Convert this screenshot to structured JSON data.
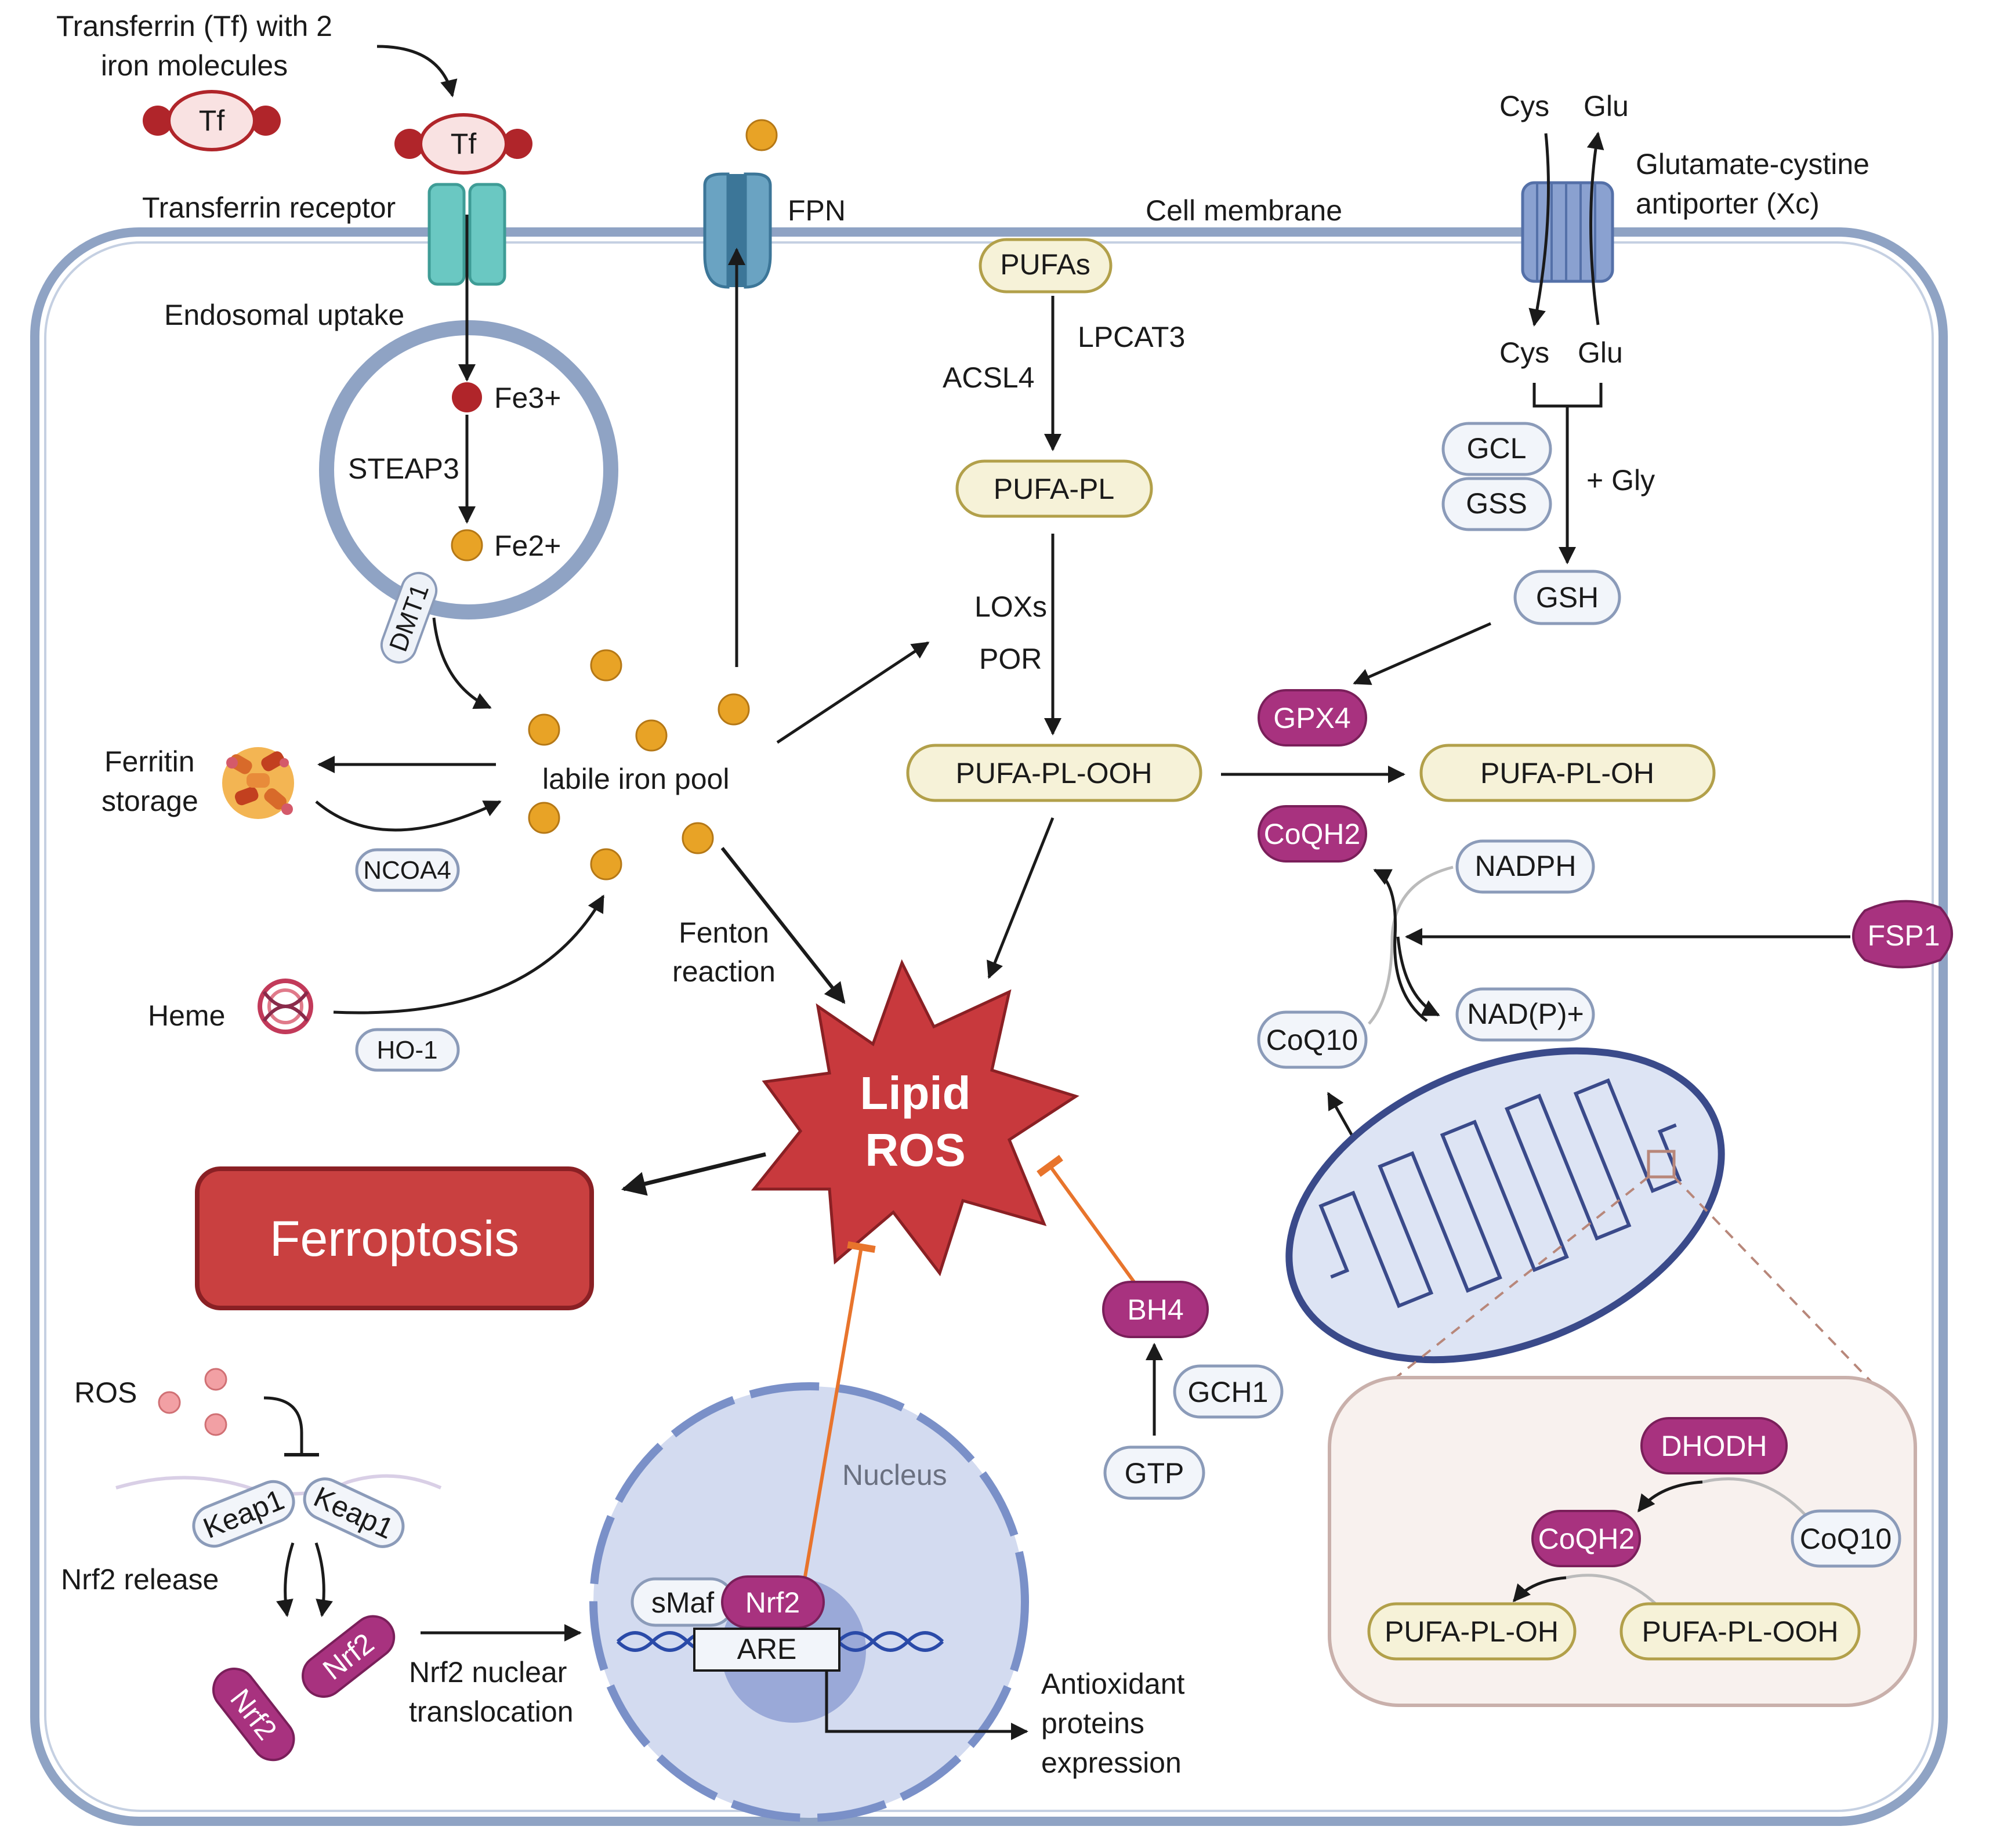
{
  "labels": {
    "tf_caption_1": "Transferrin (Tf) with 2",
    "tf_caption_2": "iron molecules",
    "tf": "Tf",
    "transferrin_receptor": "Transferrin receptor",
    "fpn": "FPN",
    "cell_membrane": "Cell membrane",
    "cys": "Cys",
    "glu": "Glu",
    "xc_1": "Glutamate-cystine",
    "xc_2": "antiporter (Xc)",
    "endosomal_uptake": "Endosomal uptake",
    "fe3": "Fe3+",
    "fe2": "Fe2+",
    "steap3": "STEAP3",
    "dmt1": "DMT1",
    "labile_iron_pool": "labile iron pool",
    "ferritin_1": "Ferritin",
    "ferritin_2": "storage",
    "ncoa4": "NCOA4",
    "heme": "Heme",
    "ho1": "HO-1",
    "fenton_1": "Fenton",
    "fenton_2": "reaction",
    "pufas": "PUFAs",
    "lpcat3": "LPCAT3",
    "acsl4": "ACSL4",
    "pufa_pl": "PUFA-PL",
    "loxs": "LOXs",
    "por": "POR",
    "pufa_pl_ooh": "PUFA-PL-OOH",
    "pufa_pl_oh": "PUFA-PL-OH",
    "gcl": "GCL",
    "gss": "GSS",
    "gly": "+ Gly",
    "gsh": "GSH",
    "gpx4": "GPX4",
    "coqh2": "CoQH2",
    "nadph": "NADPH",
    "fsp1": "FSP1",
    "nadp": "NAD(P)+",
    "coq10": "CoQ10",
    "lipid_ros_1": "Lipid",
    "lipid_ros_2": "ROS",
    "ferroptosis": "Ferroptosis",
    "bh4": "BH4",
    "gch1": "GCH1",
    "gtp": "GTP",
    "ros": "ROS",
    "keap1": "Keap1",
    "nrf2_release": "Nrf2 release",
    "nrf2": "Nrf2",
    "nrf2_transloc_1": "Nrf2 nuclear",
    "nrf2_transloc_2": "translocation",
    "nucleus": "Nucleus",
    "smaf": "sMaf",
    "are": "ARE",
    "antiox_1": "Antioxidant",
    "antiox_2": "proteins",
    "antiox_3": "expression",
    "dhodh": "DHODH"
  },
  "colors": {
    "membrane": "#8fa3c4",
    "membrane_fill": "#eef2f8",
    "iron_fe2": "#e8a326",
    "iron_fe3": "#b0252a",
    "magenta": "#a8327f",
    "ros_red": "#c8393d",
    "ferroptosis_red": "#c94040",
    "lipid_fill": "#f6f2d8",
    "lipid_stroke": "#b2a04a",
    "protein_fill": "#f2f5fa",
    "protein_stroke": "#8b9bb9",
    "inhibit_orange": "#e8742c",
    "receptor_teal": "#6ac8c2",
    "fpn_blue": "#6aa3c2",
    "nucleus_fill": "#d3dbf0",
    "mito_fill": "#dde4f4",
    "zoom_fill": "#f8f1ee"
  }
}
